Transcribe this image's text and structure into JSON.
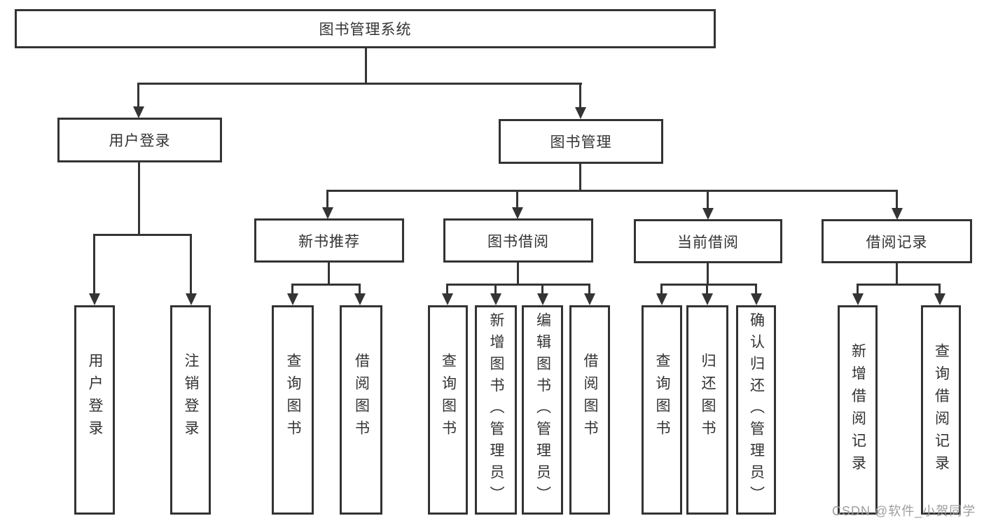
{
  "root": {
    "label": "图书管理系统"
  },
  "user_branch": {
    "label": "用户登录",
    "children": [
      {
        "label": "用户登录"
      },
      {
        "label": "注销登录"
      }
    ]
  },
  "book_branch": {
    "label": "图书管理",
    "modules": [
      {
        "label": "新书推荐",
        "children": [
          {
            "label": "查询图书"
          },
          {
            "label": "借阅图书"
          }
        ]
      },
      {
        "label": "图书借阅",
        "children": [
          {
            "label": "查询图书"
          },
          {
            "label": "新增图书（管理员）"
          },
          {
            "label": "编辑图书（管理员）"
          },
          {
            "label": "借阅图书"
          }
        ]
      },
      {
        "label": "当前借阅",
        "children": [
          {
            "label": "查询图书"
          },
          {
            "label": "归还图书"
          },
          {
            "label": "确认归还（管理员）"
          }
        ]
      },
      {
        "label": "借阅记录",
        "children": [
          {
            "label": "新增借阅记录"
          },
          {
            "label": "查询借阅记录"
          }
        ]
      }
    ]
  },
  "watermark": {
    "text": "CSDN @软件_小贺同学"
  },
  "colors": {
    "line": "#343434",
    "border": "#333333",
    "text": "#333333",
    "watermark": "#9e9e9e",
    "background": "#ffffff"
  }
}
